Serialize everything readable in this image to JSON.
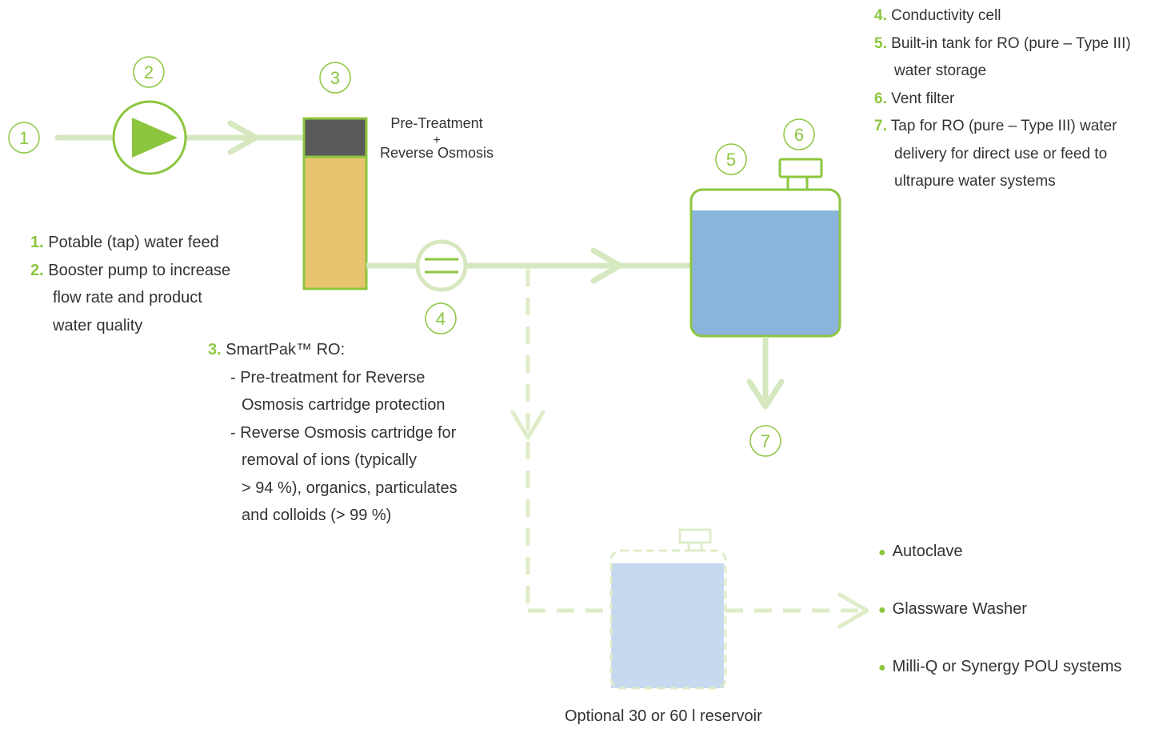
{
  "diagram": {
    "callouts": [
      "1",
      "2",
      "3",
      "4",
      "5",
      "6",
      "7"
    ],
    "cartridge_label_line1": "Pre-Treatment",
    "cartridge_label_plus": "+",
    "cartridge_label_line2": "Reverse Osmosis",
    "reservoir_caption": "Optional 30 or 60 l reservoir",
    "colors": {
      "accent": "#8cc63f",
      "pipe": "#d6e8bf",
      "dashed": "#deecc8",
      "cartridge_top": "#5a5a5a",
      "cartridge_body": "#e8c46e",
      "tank_water": "#8ab4dc",
      "reservoir_water": "#c6d9ef",
      "text": "#333333"
    }
  },
  "legend_left": {
    "items": [
      {
        "num": "1.",
        "lines": [
          "Potable (tap) water feed"
        ]
      },
      {
        "num": "2.",
        "lines": [
          "Booster pump to increase",
          "flow rate and product",
          "water quality"
        ]
      }
    ]
  },
  "legend_mid": {
    "num": "3.",
    "title": "SmartPak™ RO:",
    "sub_lines": [
      "- Pre-treatment for Reverse",
      "Osmosis cartridge protection",
      "- Reverse Osmosis cartridge for",
      "removal of ions (typically",
      "> 94 %), organics, particulates",
      "and colloids (> 99 %)"
    ]
  },
  "legend_right": {
    "items": [
      {
        "num": "4.",
        "lines": [
          "Conductivity cell"
        ]
      },
      {
        "num": "5.",
        "lines": [
          "Built-in tank for RO (pure – Type III)",
          "water storage"
        ]
      },
      {
        "num": "6.",
        "lines": [
          "Vent filter"
        ]
      },
      {
        "num": "7.",
        "lines": [
          "Tap for RO (pure – Type III) water",
          "delivery for direct use or feed to",
          "ultrapure water systems"
        ]
      }
    ]
  },
  "destinations": [
    "Autoclave",
    "Glassware Washer",
    "Milli-Q or Synergy POU systems"
  ]
}
